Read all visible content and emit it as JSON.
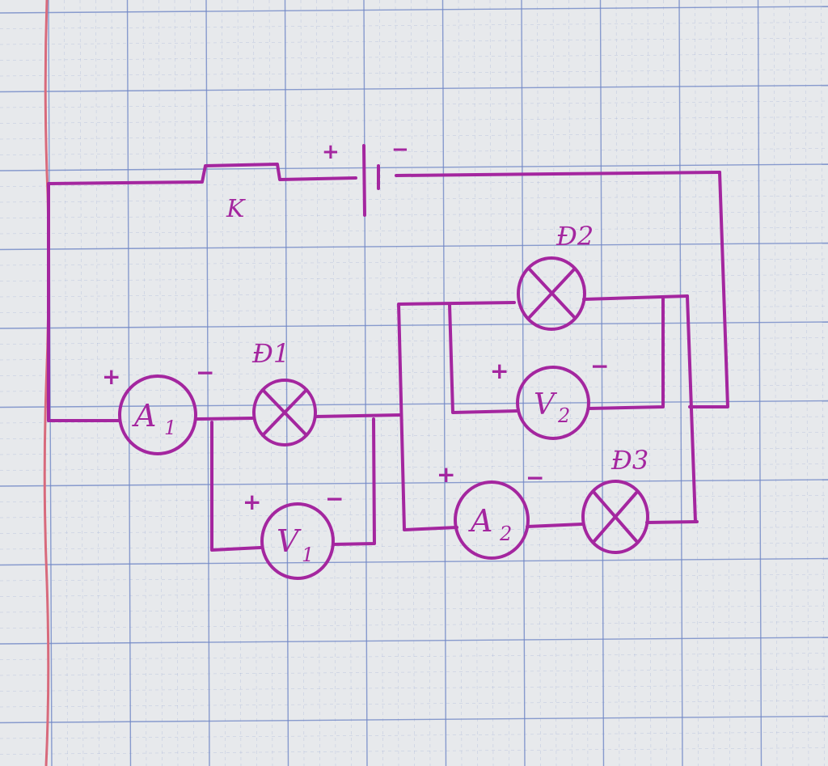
{
  "diagram": {
    "key_label": "K",
    "battery": {
      "plus": "+",
      "minus": "−"
    },
    "lamps": [
      "Đ1",
      "Đ2",
      "Đ3"
    ],
    "ammeters": [
      {
        "letter": "A",
        "index": "1",
        "plus": "+",
        "minus": "−"
      },
      {
        "letter": "A",
        "index": "2",
        "plus": "+",
        "minus": "−"
      }
    ],
    "voltmeters": [
      {
        "letter": "V",
        "index": "1",
        "plus": "+",
        "minus": "−"
      },
      {
        "letter": "V",
        "index": "2",
        "plus": "+",
        "minus": "−"
      }
    ],
    "ink_color": "#a4269f",
    "paper_color": "#e7e9ec",
    "grid_color": "#6f86c6"
  }
}
